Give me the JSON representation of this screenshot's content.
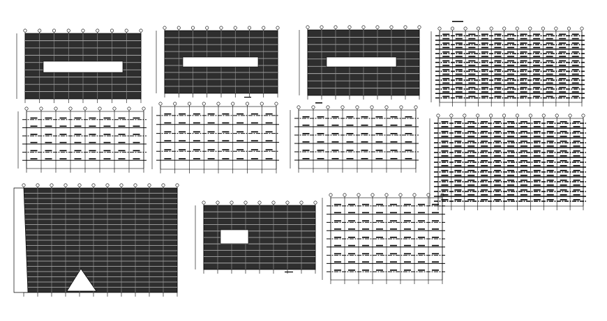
{
  "sheet": {
    "background": "#ffffff",
    "ink": "#000000",
    "plans": [
      {
        "id": "plan-a1",
        "kind": "dense",
        "label": ""
      },
      {
        "id": "plan-a2",
        "kind": "dense",
        "label": ""
      },
      {
        "id": "plan-a3",
        "kind": "dense",
        "label": ""
      },
      {
        "id": "plan-a4",
        "kind": "medium",
        "label": ""
      },
      {
        "id": "plan-b1",
        "kind": "sparse",
        "label": ""
      },
      {
        "id": "plan-b2",
        "kind": "sparse",
        "label": ""
      },
      {
        "id": "plan-b3",
        "kind": "sparse",
        "label": ""
      },
      {
        "id": "plan-b4",
        "kind": "medium",
        "label": ""
      },
      {
        "id": "plan-c1",
        "kind": "dense",
        "label": ""
      },
      {
        "id": "plan-c2",
        "kind": "dense",
        "label": ""
      },
      {
        "id": "plan-c3",
        "kind": "sparse",
        "label": ""
      }
    ]
  }
}
